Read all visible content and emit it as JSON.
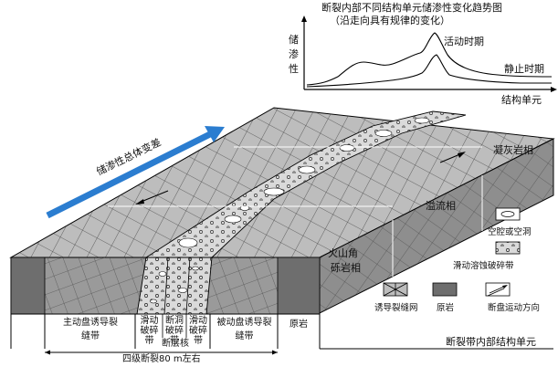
{
  "header": {
    "title": "断裂内部不同结构单元储渗性变化趋势图",
    "subtitle": "（沿走向具有规律的变化）"
  },
  "curve_chart": {
    "ylabel_chars": [
      "储",
      "渗",
      "性"
    ],
    "active_label": "活动时期",
    "static_label": "静止时期",
    "xlabel": "结构单元"
  },
  "block": {
    "arrow_label": "储渗性总体变差",
    "facies": {
      "tuff": "凝灰岩相",
      "overflow": "溢流相",
      "breccia_line1": "火山角",
      "breccia_line2": "砾岩相"
    }
  },
  "bottom": {
    "main_wall_line1": "主动盘诱导裂",
    "main_wall_line2": "缝带",
    "slide_line1": "滑动",
    "slide_line2": "破碎",
    "slide_line3": "带",
    "cave_line1": "断洞",
    "cave_line2": "破碎",
    "cave_line3": "带",
    "slide2_line1": "滑动",
    "slide2_line2": "破碎",
    "slide2_line3": "带",
    "core": "断层核",
    "passive_line1": "被动盘诱导裂",
    "passive_line2": "缝带",
    "protolith": "原岩",
    "width_label": "四级断裂80 m左右",
    "section_label": "断裂带内部结构单元"
  },
  "legend": {
    "items": [
      {
        "label": "空腔或空洞",
        "icon": "cavity-icon"
      },
      {
        "label": "滑动溶蚀破碎带",
        "icon": "dissolution-breccia-icon"
      },
      {
        "label": "诱导裂缝网",
        "icon": "fracture-network-icon"
      },
      {
        "label": "原岩",
        "icon": "protolith-icon"
      },
      {
        "label": "断盘运动方向",
        "icon": "fault-movement-arrow-icon"
      }
    ]
  },
  "colors": {
    "protolith_dark": "#707070",
    "block_side": "#9a9a9a",
    "top_face": "#bdbdbd",
    "breccia": "#dadada",
    "blue_arrow": "#2b7dd0"
  }
}
